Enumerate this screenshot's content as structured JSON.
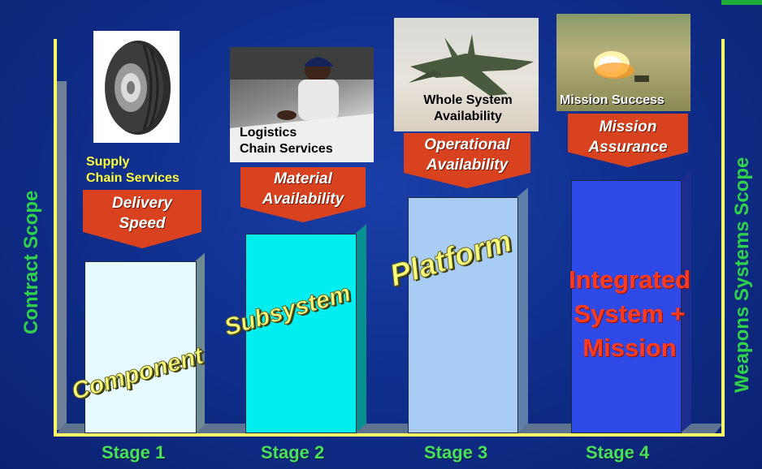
{
  "axes": {
    "left_label": "Contract Scope",
    "right_label": "Weapons Systems Scope"
  },
  "stages": [
    {
      "label": "Stage 1",
      "banner": [
        "Delivery",
        "Speed"
      ],
      "service": [
        "Supply",
        "Chain Services"
      ]
    },
    {
      "label": "Stage 2",
      "banner": [
        "Material",
        "Availability"
      ],
      "photo_caption": [
        "Logistics",
        "Chain Services"
      ]
    },
    {
      "label": "Stage 3",
      "banner": [
        "Operational",
        "Availability"
      ],
      "photo_caption": [
        "Whole System",
        "Availability"
      ]
    },
    {
      "label": "Stage 4",
      "banner": [
        "Mission",
        "Assurance"
      ],
      "photo_caption": [
        "Mission Success"
      ]
    }
  ],
  "curve_words": [
    "Component",
    "Subsystem",
    "Platform"
  ],
  "integrated": [
    "Integrated",
    "System +",
    "Mission"
  ],
  "colors": {
    "background": "#10308f",
    "axis": "#ffff66",
    "label_green": "#2fd24a",
    "banner": "#d9421e",
    "bar1": "#e6fbff",
    "bar2": "#00eef0",
    "bar3": "#a8ccf4",
    "bar4": "#2f49e6",
    "integrated_text": "#ff3b1f"
  },
  "icons": [
    "tire-icon",
    "worker-photo",
    "jet-photo",
    "explosion-photo"
  ]
}
